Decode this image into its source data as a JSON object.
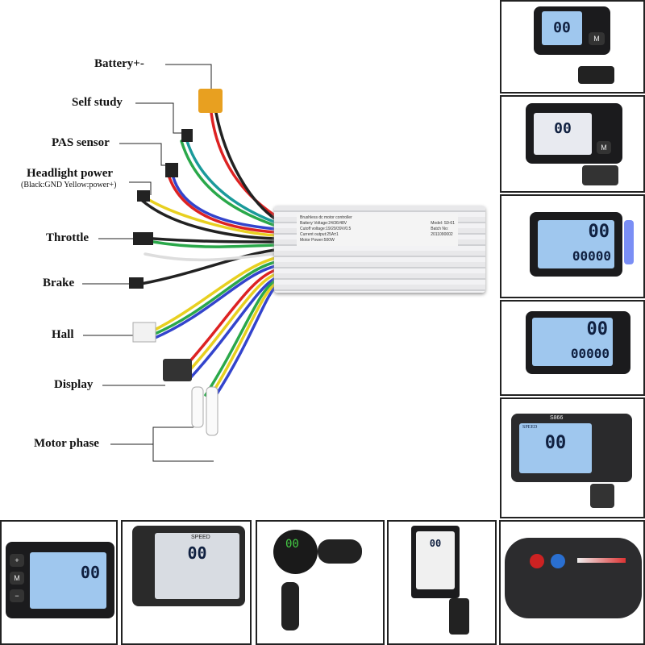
{
  "labels": {
    "battery": "Battery+-",
    "self_study": "Self study",
    "pas_sensor": "PAS sensor",
    "headlight_power": "Headlight power",
    "headlight_note": "(Black:GND Yellow:power+)",
    "throttle": "Throttle",
    "brake": "Brake",
    "hall": "Hall",
    "display": "Display",
    "motor_phase": "Motor phase"
  },
  "controller": {
    "title": "Brushless dc motor controller",
    "battery_voltage": "Battery Voltage:24/36/48V",
    "cutoff_voltage": "Cutoff voltage:19/29/39V/0.5",
    "current_output": "Current output:25A±1",
    "motor_power": "Motor Power:500W",
    "model": "Model: S9-61",
    "batch_no": "Batch No:",
    "batch_number": "2011090002"
  },
  "displays": {
    "speed_digits": "00",
    "odo_digits": "00000",
    "speed_label": "SPEED",
    "model_label": "S866",
    "mode_button": "M"
  },
  "colors": {
    "lcd": "#9fc7ee",
    "frame": "#222222",
    "controller": "#dcdde0"
  }
}
